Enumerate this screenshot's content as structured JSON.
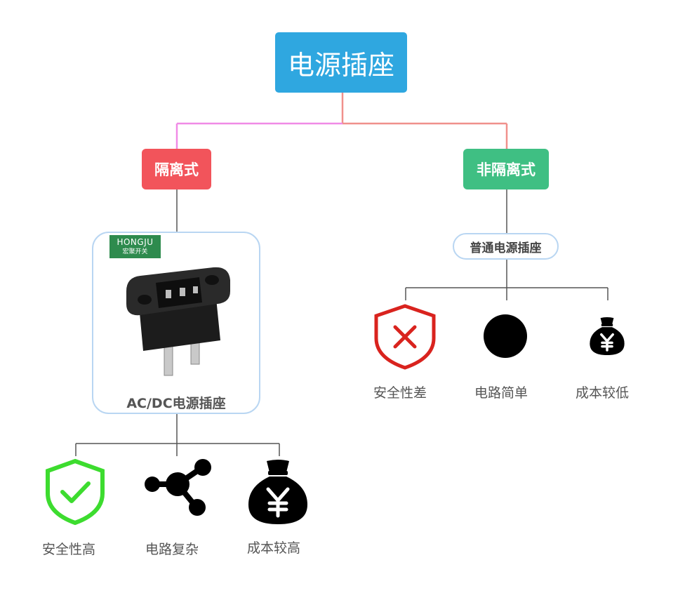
{
  "root": {
    "label": "电源插座"
  },
  "left_branch": {
    "label": "隔离式",
    "product": {
      "brand": "HONGJU",
      "brand_sub": "宏聚开关",
      "label": "AC/DC电源插座",
      "image": "power-socket-product"
    },
    "features": [
      {
        "label": "安全性高",
        "icon": "shield-check-icon",
        "color": "#3ddc2f"
      },
      {
        "label": "电路复杂",
        "icon": "network-nodes-icon",
        "color": "#000000"
      },
      {
        "label": "成本较高",
        "icon": "money-bag-icon",
        "color": "#000000"
      }
    ]
  },
  "right_branch": {
    "label": "非隔离式",
    "type_label": "普通电源插座",
    "features": [
      {
        "label": "安全性差",
        "icon": "shield-x-icon",
        "color": "#d9231e"
      },
      {
        "label": "电路简单",
        "icon": "circle-icon",
        "color": "#000000"
      },
      {
        "label": "成本较低",
        "icon": "money-bag-icon",
        "color": "#000000"
      }
    ]
  },
  "colors": {
    "root": "#2fa7e0",
    "left_tag": "#f2545b",
    "right_tag": "#3fbf83",
    "connector_left": "#f08be6",
    "connector_right": "#f0908c"
  }
}
